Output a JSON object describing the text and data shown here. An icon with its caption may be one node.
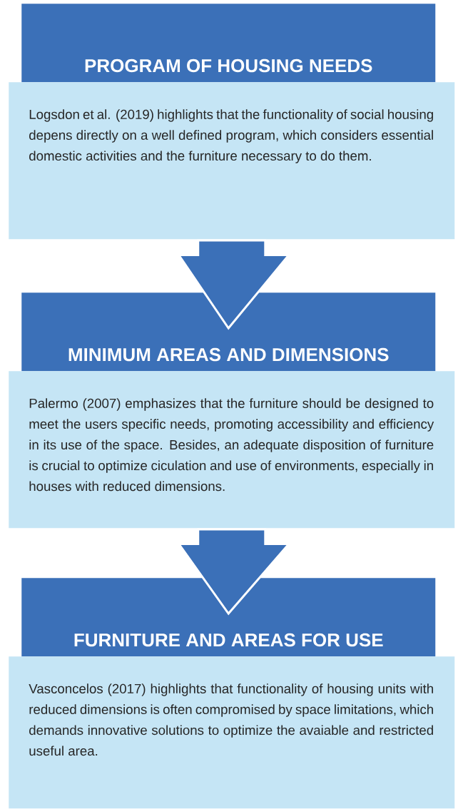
{
  "diagram": {
    "nodes": [
      {
        "text": [
          "PROGRAM OF HOUSING NEEDS"
        ]
      },
      {
        "text": [
          "Logsdon et al. (2019) highlights that the functionality of social housing depens directly on a well defined program, which considers essential domestic activities and the furniture necessary to do them."
        ]
      },
      {
        "text": [
          "MINIMUM AREAS AND DIMENSIONS"
        ]
      },
      {
        "text": [
          "Palermo (2007) emphasizes that the furniture should be designed to meet the users specific needs, promoting accessibility and efficiency in its use of the space. Besides, an adequate disposition of furniture is crucial to optimize ciculation and use of environments, especially in houses with reduced dimensions."
        ]
      },
      {
        "text": [
          "FURNITURE AND AREAS FOR USE"
        ]
      },
      {
        "text": [
          "Vasconcelos (2017) highlights that functionality of housing units with reduced dimensions is often compromised by space limitations, which demands innovative solutions to optimize the avaiable and restricted useful area."
        ]
      }
    ],
    "edges": [
      {
        "from": 1,
        "to": 2,
        "arrow": "to"
      },
      {
        "from": 3,
        "to": 4,
        "arrow": "to"
      }
    ]
  }
}
